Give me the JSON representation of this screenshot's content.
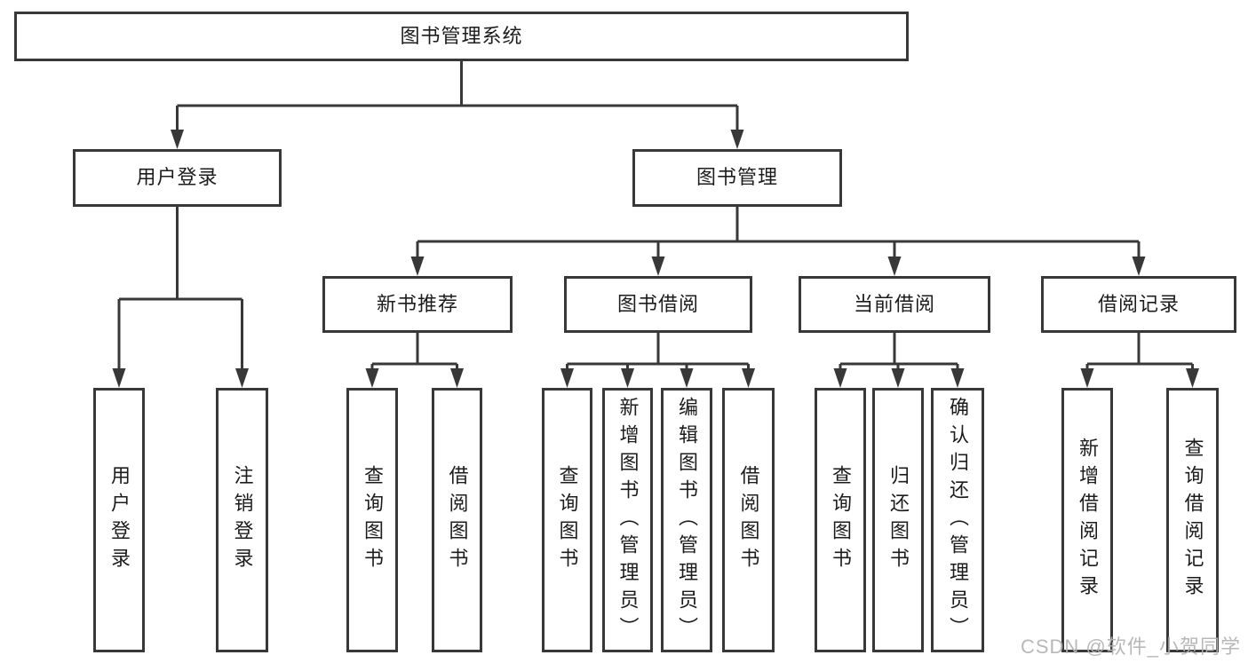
{
  "title": "图书管理系统",
  "watermark": "CSDN @软件_小贺同学",
  "colors": {
    "line": "#383838",
    "text": "#1c1c1c",
    "background": "#ffffff",
    "watermark": "#b2b2b2"
  },
  "tree": {
    "label": "图书管理系统",
    "children": [
      {
        "label": "用户登录",
        "children": [
          {
            "label": "用户登录"
          },
          {
            "label": "注销登录"
          }
        ]
      },
      {
        "label": "图书管理",
        "children": [
          {
            "label": "新书推荐",
            "children": [
              {
                "label": "查询图书"
              },
              {
                "label": "借阅图书"
              }
            ]
          },
          {
            "label": "图书借阅",
            "children": [
              {
                "label": "查询图书"
              },
              {
                "label": "新增图书（管理员）"
              },
              {
                "label": "编辑图书（管理员）"
              },
              {
                "label": "借阅图书"
              }
            ]
          },
          {
            "label": "当前借阅",
            "children": [
              {
                "label": "查询图书"
              },
              {
                "label": "归还图书"
              },
              {
                "label": "确认归还（管理员）"
              }
            ]
          },
          {
            "label": "借阅记录",
            "children": [
              {
                "label": "新增借阅记录"
              },
              {
                "label": "查询借阅记录"
              }
            ]
          }
        ]
      }
    ]
  }
}
